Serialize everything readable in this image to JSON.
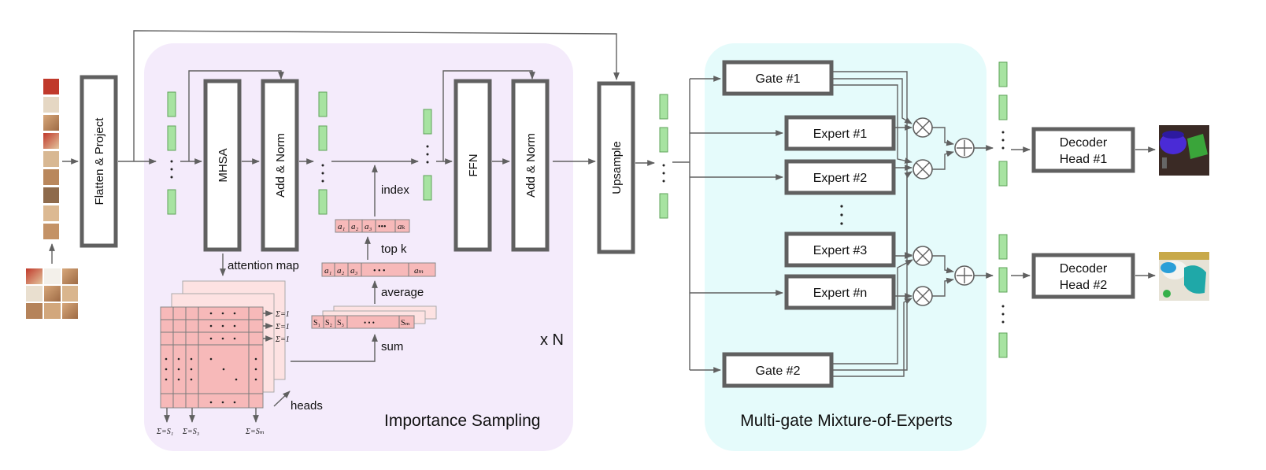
{
  "colors": {
    "importance_bg": "#f4ebfb",
    "moe_bg": "#e5fbfb",
    "token": "#a7e3a1",
    "attention": "#f7b9b9",
    "box_stroke": "#606060"
  },
  "blocks": {
    "flatten": "Flatten & Project",
    "mhsa": "MHSA",
    "add_norm_1": "Add & Norm",
    "ffn": "FFN",
    "add_norm_2": "Add & Norm",
    "upsample": "Upsample"
  },
  "importance": {
    "title": "Importance Sampling",
    "repeat": "x N",
    "attention_map": "attention map",
    "heads": "heads",
    "sum": "sum",
    "average": "average",
    "top_k": "top k",
    "index": "index",
    "row_sums": [
      "Σ=1",
      "Σ=1",
      "Σ=1"
    ],
    "col_sums": [
      "Σ=S₁",
      "Σ=S₃",
      "Σ=Sₘ"
    ],
    "s_cells": [
      "S₁",
      "S₂",
      "S₃",
      "• • •",
      "Sₘ"
    ],
    "a_cells_m": [
      "a₁",
      "a₂",
      "a₃",
      "• • •",
      "aₘ"
    ],
    "a_cells_k": [
      "a₁",
      "a₂",
      "a₃",
      "•••",
      "aₖ"
    ]
  },
  "moe": {
    "title": "Multi-gate Mixture-of-Experts",
    "gate1": "Gate #1",
    "gate2": "Gate #2",
    "expert1": "Expert #1",
    "expert2": "Expert #2",
    "expert3": "Expert #3",
    "expertn": "Expert #n"
  },
  "decoders": {
    "head1_line1": "Decoder",
    "head1_line2": "Head #1",
    "head2_line1": "Decoder",
    "head2_line2": "Head #2"
  }
}
